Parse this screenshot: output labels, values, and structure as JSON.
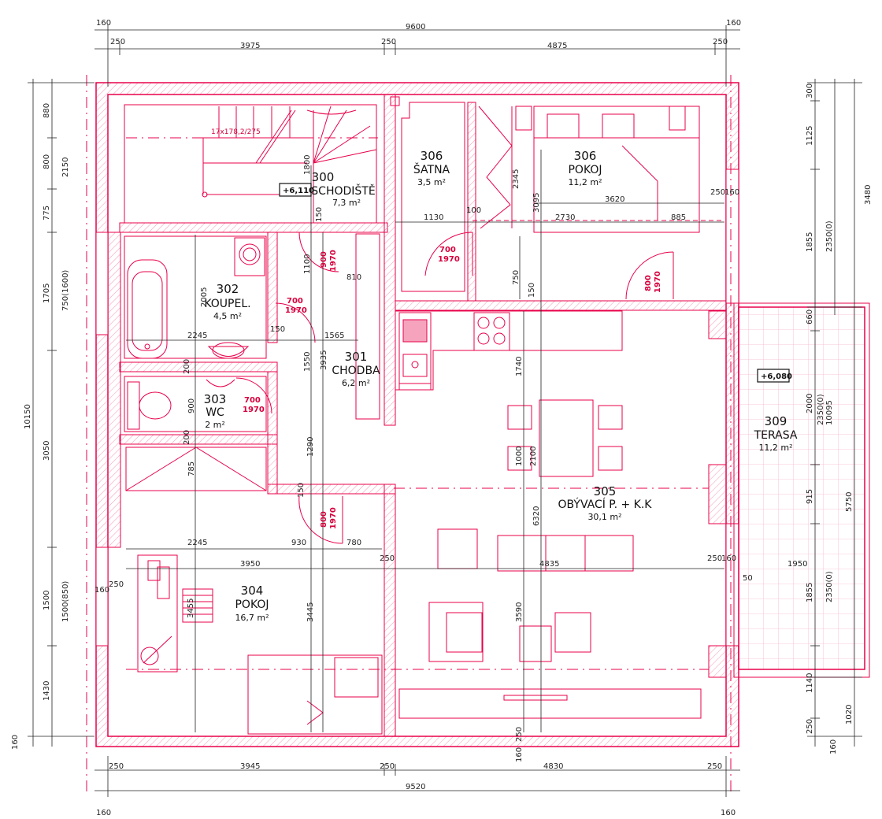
{
  "colors": {
    "wall": "#e8004a",
    "hatch": "#f6a3bd",
    "dim": "#222222",
    "axis": "#e8004a",
    "terrace_grid": "#f7b8cb"
  },
  "rooms": [
    {
      "id": "r300",
      "number": "300",
      "name": "SCHODIŠTĚ",
      "area": "7,3 m²"
    },
    {
      "id": "r301",
      "number": "301",
      "name": "CHODBA",
      "area": "6,2 m²"
    },
    {
      "id": "r302",
      "number": "302",
      "name": "KOUPEL.",
      "area": "4,5 m²"
    },
    {
      "id": "r303",
      "number": "303",
      "name": "WC",
      "area": "2 m²"
    },
    {
      "id": "r304",
      "number": "304",
      "name": "POKOJ",
      "area": "16,7 m²"
    },
    {
      "id": "r305",
      "number": "305",
      "name": "OBÝVACÍ P. + K.K",
      "area": "30,1 m²"
    },
    {
      "id": "r306a",
      "number": "306",
      "name": "ŠATNA",
      "area": "3,5 m²"
    },
    {
      "id": "r306b",
      "number": "306",
      "name": "POKOJ",
      "area": "11,2 m²"
    },
    {
      "id": "r309",
      "number": "309",
      "name": "TERASA",
      "area": "11,2 m²"
    }
  ],
  "elevations": {
    "stair": "+6,110",
    "terrace": "+6,080"
  },
  "stair_label": "17x178,2/275",
  "doors": [
    {
      "w": "700",
      "h": "1970"
    },
    {
      "w": "900",
      "h": "1970"
    },
    {
      "w": "700",
      "h": "1970"
    },
    {
      "w": "700",
      "h": "1970"
    },
    {
      "w": "800",
      "h": "1970"
    },
    {
      "w": "800",
      "h": "1970"
    }
  ],
  "dims_top": {
    "d160a": "160",
    "total": "9600",
    "d160b": "160",
    "w250a": "250",
    "r3975": "3975",
    "w250b": "250",
    "r4875": "4875",
    "w250c": "250"
  },
  "dims_bottom": {
    "w250a": "250",
    "r3945": "3945",
    "w250b": "250",
    "r4830": "4830",
    "w250c": "250",
    "total": "9520",
    "d160a": "160",
    "d160b": "160"
  },
  "dims_left": {
    "d880": "880",
    "d800": "800",
    "d2150": "2150",
    "d775": "775",
    "d1705": "1705",
    "d750": "750(1600)",
    "d3050": "3050",
    "d10150": "10150",
    "d1500": "1500",
    "d1500b": "1500(850)",
    "d1430": "1430",
    "d160": "160"
  },
  "dims_right": {
    "d300": "300",
    "d1125": "1125",
    "d1855": "1855",
    "d2350a": "2350(0)",
    "d3480": "3480",
    "d660": "660",
    "d2000": "2000",
    "d2350b": "2350(0)",
    "d10095": "10095",
    "d915": "915",
    "d5750": "5750",
    "d1855b": "1855",
    "d2350c": "2350(0)",
    "d1140": "1140",
    "d250": "250",
    "d1020": "1020",
    "d160": "160"
  },
  "dims_inner": {
    "a1800": "1800",
    "a150": "150",
    "a1100": "1100",
    "a810": "810",
    "a2005": "2005",
    "a2245": "2245",
    "a150b": "150",
    "a1565": "1565",
    "a1550": "1550",
    "a3935": "3935",
    "a200": "200",
    "a900": "900",
    "a200b": "200",
    "a1290": "1290",
    "a785": "785",
    "a150c": "150",
    "a2245b": "2245",
    "a930": "930",
    "a780": "780",
    "a3950": "3950",
    "a250": "250",
    "a160": "160",
    "a250b": "250",
    "a3455": "3455",
    "a3445": "3445",
    "a1130": "1130",
    "a100": "100",
    "a2345": "2345",
    "a3095": "3095",
    "a3620": "3620",
    "a2730": "2730",
    "a885": "885",
    "a250c": "250",
    "a160b": "160",
    "a750": "750",
    "a150d": "150",
    "a1740": "1740",
    "a1000": "1000",
    "a2100": "2100",
    "a6320": "6320",
    "a4835": "4835",
    "a3590": "3590",
    "a250d": "250",
    "a160c": "160",
    "a1950": "1950",
    "a50": "50",
    "a250e": "250",
    "a160d": "160"
  }
}
